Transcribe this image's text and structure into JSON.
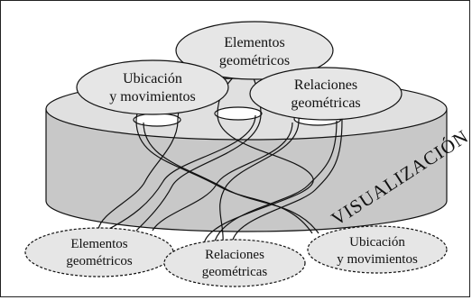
{
  "diagram": {
    "band_label": "VISUALIZACIÓN",
    "top_nodes": [
      {
        "id": "elementos",
        "line1": "Elementos",
        "line2": "geométricos"
      },
      {
        "id": "ubicacion",
        "line1": "Ubicación",
        "line2": "y movimientos"
      },
      {
        "id": "relaciones",
        "line1": "Relaciones",
        "line2": "geométricas"
      }
    ],
    "bottom_nodes": [
      {
        "id": "elementos",
        "line1": "Elementos",
        "line2": "geométricos"
      },
      {
        "id": "relaciones",
        "line1": "Relaciones",
        "line2": "geométricas"
      },
      {
        "id": "ubicacion",
        "line1": "Ubicación",
        "line2": "y movimientos"
      }
    ],
    "colors": {
      "cylinder": "#c8c8c8",
      "cylinder_top": "#e0e0e0",
      "node_top_fill": "#e6e6e6",
      "node_bottom_fill": "#e6e6e6",
      "stroke": "#111111"
    }
  }
}
